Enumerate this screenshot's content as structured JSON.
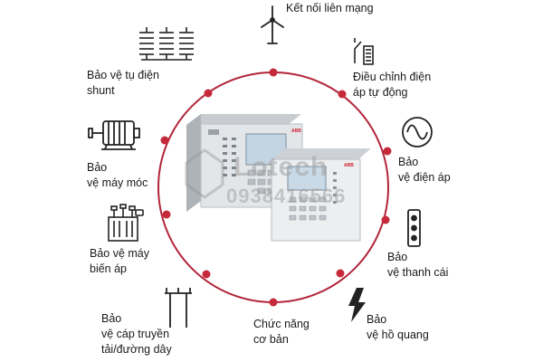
{
  "colors": {
    "ring": "#b2253a",
    "dot": "#c62a3a",
    "icon": "#222222",
    "device": "#d9dde1"
  },
  "devices": {
    "front_brand": "ABB",
    "back_brand": "ABB"
  },
  "watermark": {
    "brand": "Lotech",
    "phone": "0938416566"
  },
  "features": [
    {
      "id": "grid",
      "icon": "wind-turbine-icon",
      "lines": [
        "Kết nối liên mạng"
      ]
    },
    {
      "id": "voltage-regulation",
      "icon": "tap-changer-icon",
      "lines": [
        "Điều chỉnh điện",
        "áp tự động"
      ]
    },
    {
      "id": "voltage-protection",
      "icon": "sine-wave-icon",
      "lines": [
        "Bảo",
        "vệ điện áp"
      ]
    },
    {
      "id": "busbar-protection",
      "icon": "busbar-icon",
      "lines": [
        "Bảo",
        "vệ thanh cái"
      ]
    },
    {
      "id": "arc-protection",
      "icon": "lightning-icon",
      "lines": [
        "Bảo",
        "vệ hồ quang"
      ]
    },
    {
      "id": "basic-functions",
      "icon": "",
      "lines": [
        "Chức năng",
        "cơ bản"
      ]
    },
    {
      "id": "line-protection",
      "icon": "transmission-tower-icon",
      "lines": [
        "Bảo",
        "vệ cáp truyền",
        "tải/đường dây"
      ]
    },
    {
      "id": "transformer-protection",
      "icon": "transformer-icon",
      "lines": [
        "Bảo vệ máy",
        "biến áp"
      ]
    },
    {
      "id": "machine-protection",
      "icon": "motor-icon",
      "lines": [
        "Bảo",
        "vệ máy móc"
      ]
    },
    {
      "id": "capacitor-protection",
      "icon": "capacitor-bank-icon",
      "lines": [
        "Bảo vệ tụ điện",
        "shunt"
      ]
    }
  ]
}
